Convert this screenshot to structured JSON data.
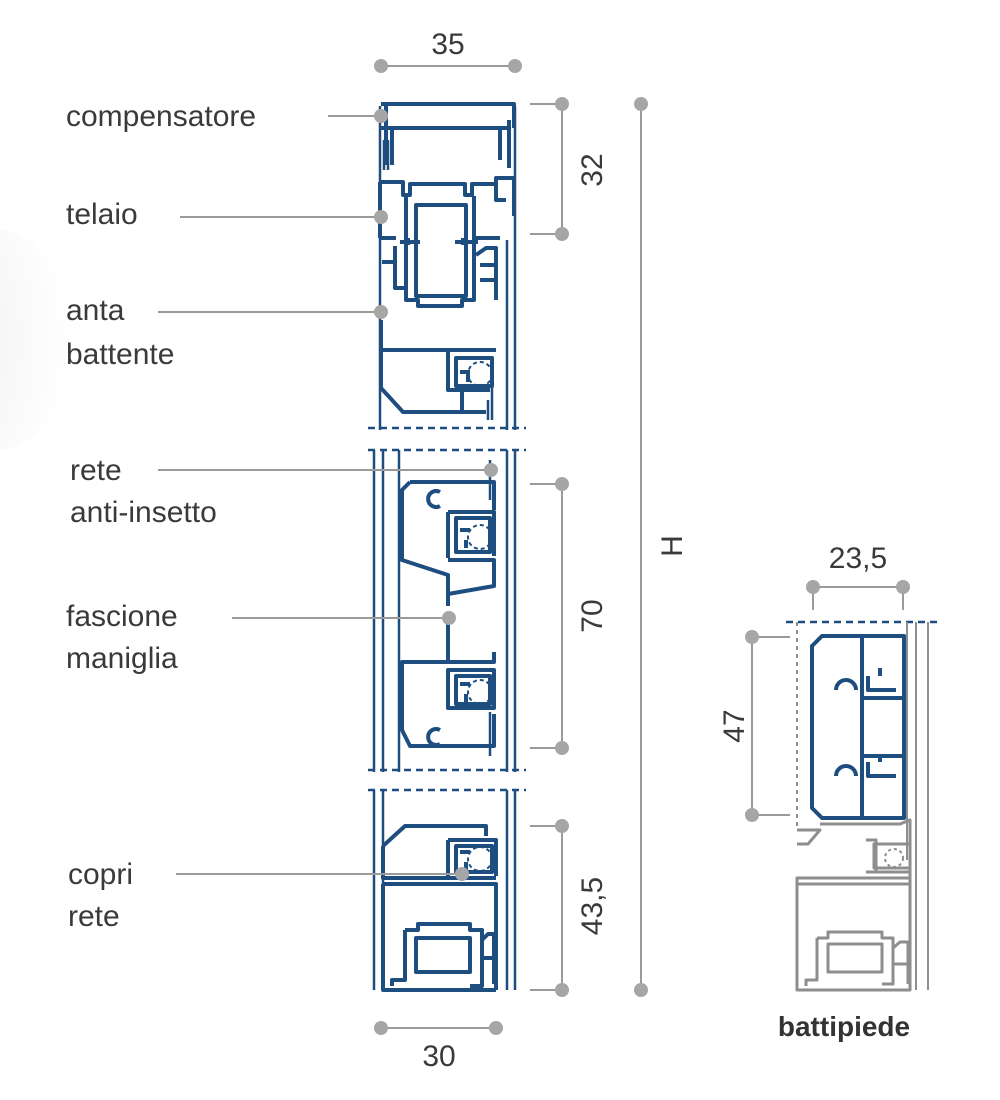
{
  "labels": {
    "compensatore": "compensatore",
    "telaio": "telaio",
    "anta_line1": "anta",
    "anta_line2": "battente",
    "rete_line1": "rete",
    "rete_line2": "anti-insetto",
    "fascione_line1": "fascione",
    "fascione_line2": "maniglia",
    "copri_line1": "copri",
    "copri_line2": "rete"
  },
  "dimensions": {
    "top_width": "35",
    "bottom_width": "30",
    "top_height": "32",
    "middle_height": "70",
    "bottom_height": "43,5",
    "total_height": "H",
    "battipiede_width": "23,5",
    "battipiede_height": "47"
  },
  "battipiede_title": "battipiede",
  "colors": {
    "profile": "#1e4e7f",
    "battipiede_profile": "#8e8e8e",
    "dimension_dot": "#a6a6a6",
    "text": "#3a3a3a"
  }
}
